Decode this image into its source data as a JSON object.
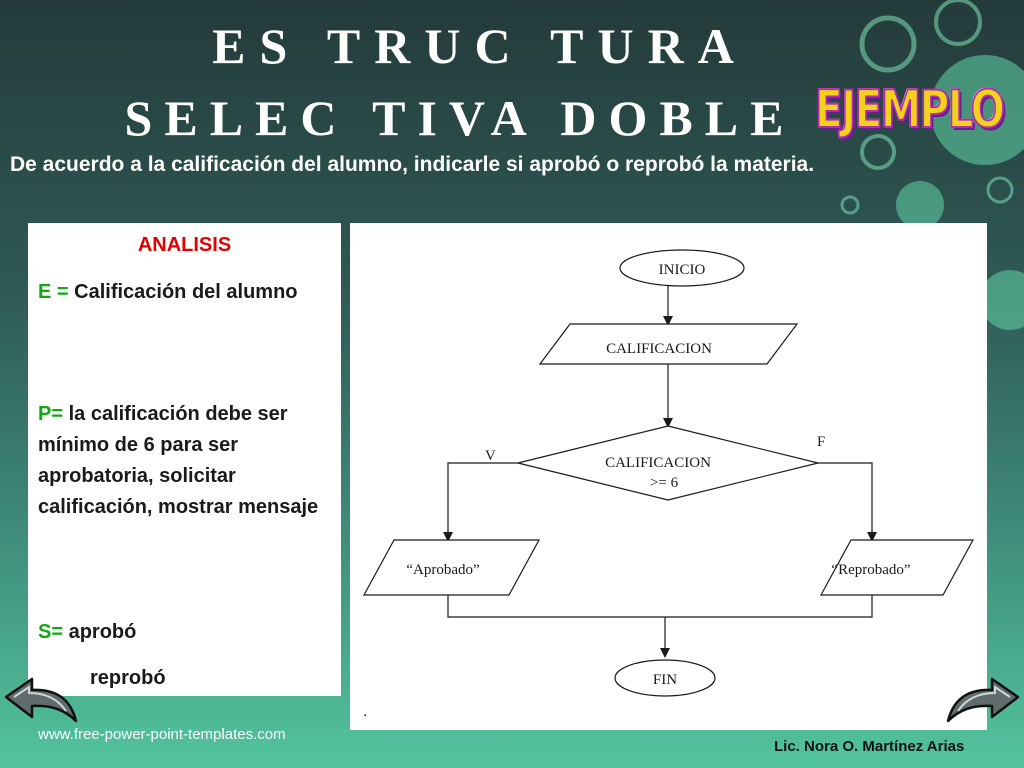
{
  "slide": {
    "title_line1": "ES TRUC TURA",
    "title_line2": "SELEC TIVA DOBLE",
    "badge": "EJEMPLO",
    "intro": "De acuerdo a la calificación del alumno, indicarle si aprobó o reprobó la materia.",
    "footer_url": "www.free-power-point-templates.com",
    "author": "Lic. Nora O. Martínez Arias",
    "stray_mark": "."
  },
  "analysis": {
    "heading": "ANALISIS",
    "entrada_key": "E =",
    "entrada_text": " Calificación del alumno",
    "proceso_key": "P=",
    "proceso_text": " la calificación debe ser mínimo de 6 para ser aprobatoria, solicitar calificación, mostrar mensaje",
    "salida_key": "S=",
    "salida_text1": " aprobó",
    "salida_text2": "reprobó"
  },
  "flowchart": {
    "start_label": "INICIO",
    "input_label": "CALIFICACION",
    "decision_line1": "CALIFICACION",
    "decision_line2": ">= 6",
    "true_label": "V",
    "false_label": "F",
    "true_output": "“Aprobado”",
    "false_output": "“Reprobado”",
    "end_label": "FIN"
  },
  "icons": {
    "back": "back-arrow-icon",
    "next": "next-arrow-icon"
  },
  "colors": {
    "key_green": "#12a812",
    "heading_red": "#e10000",
    "badge_yellow": "#f2d21b",
    "badge_purple": "#b52ab3"
  }
}
